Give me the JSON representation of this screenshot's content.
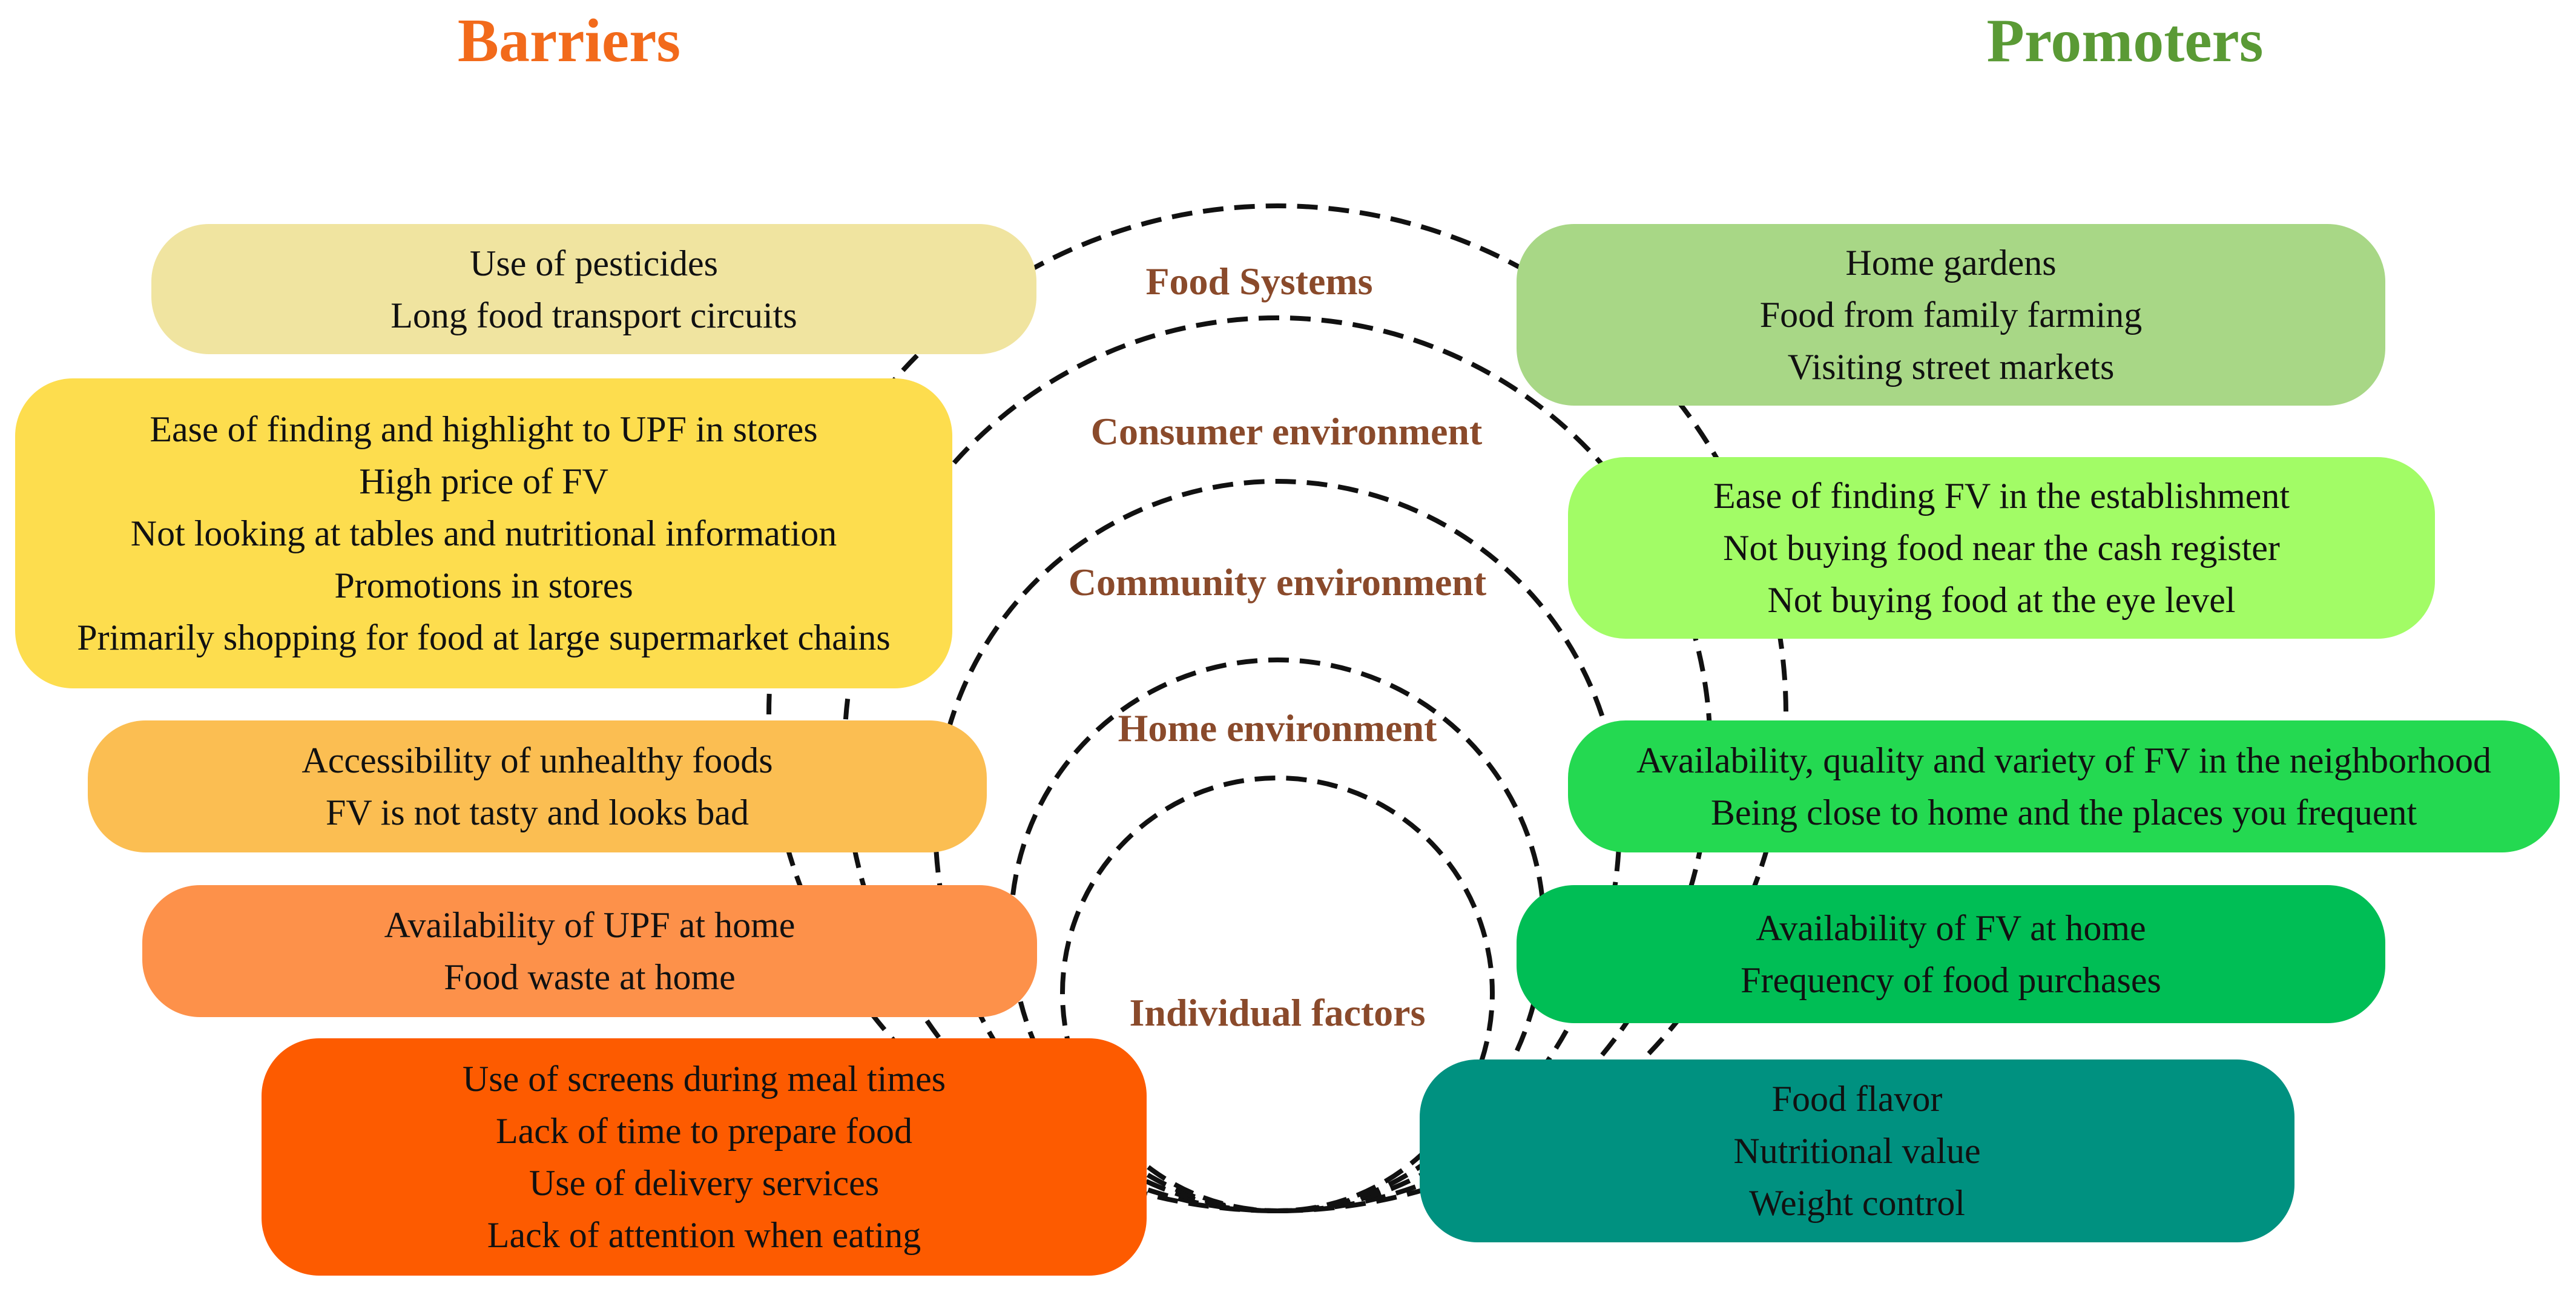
{
  "headings": {
    "barriers": "Barriers",
    "promoters": "Promoters",
    "barriers_color": "#f26a1b",
    "promoters_color": "#5a9a35"
  },
  "layers": [
    "Food Systems",
    "Consumer environment",
    "Community environment",
    "Home environment",
    "Individual factors"
  ],
  "barriers": [
    {
      "color": "#f0e4a0",
      "items": [
        "Use of pesticides",
        "Long food transport circuits"
      ]
    },
    {
      "color": "#fddd4e",
      "items": [
        "Ease of finding and highlight to UPF in stores",
        "High price of FV",
        "Not looking at tables and nutritional information",
        "Promotions in stores",
        "Primarily shopping for food at large supermarket chains"
      ]
    },
    {
      "color": "#fbbe52",
      "items": [
        "Accessibility of unhealthy foods",
        "FV is not tasty and looks bad"
      ]
    },
    {
      "color": "#fd914a",
      "items": [
        "Availability of UPF at home",
        "Food waste at home"
      ]
    },
    {
      "color": "#fd5b00",
      "items": [
        "Use of screens during meal times",
        "Lack of time to prepare food",
        "Use of delivery services",
        "Lack of attention when eating"
      ]
    }
  ],
  "promoters": [
    {
      "color": "#a8d786",
      "items": [
        "Home gardens",
        "Food from family farming",
        "Visiting street markets"
      ]
    },
    {
      "color": "#a2fc66",
      "items": [
        "Ease of finding FV in the establishment",
        "Not buying food near the cash register",
        "Not buying food at the eye level"
      ]
    },
    {
      "color": "#24d951",
      "items": [
        "Availability, quality and variety of FV in the neighborhood",
        "Being close to home and the places you frequent"
      ]
    },
    {
      "color": "#00be55",
      "items": [
        "Availability of FV at home",
        "Frequency of food purchases"
      ]
    },
    {
      "color": "#009180",
      "items": [
        "Food flavor",
        "Nutritional value",
        "Weight control"
      ]
    }
  ]
}
